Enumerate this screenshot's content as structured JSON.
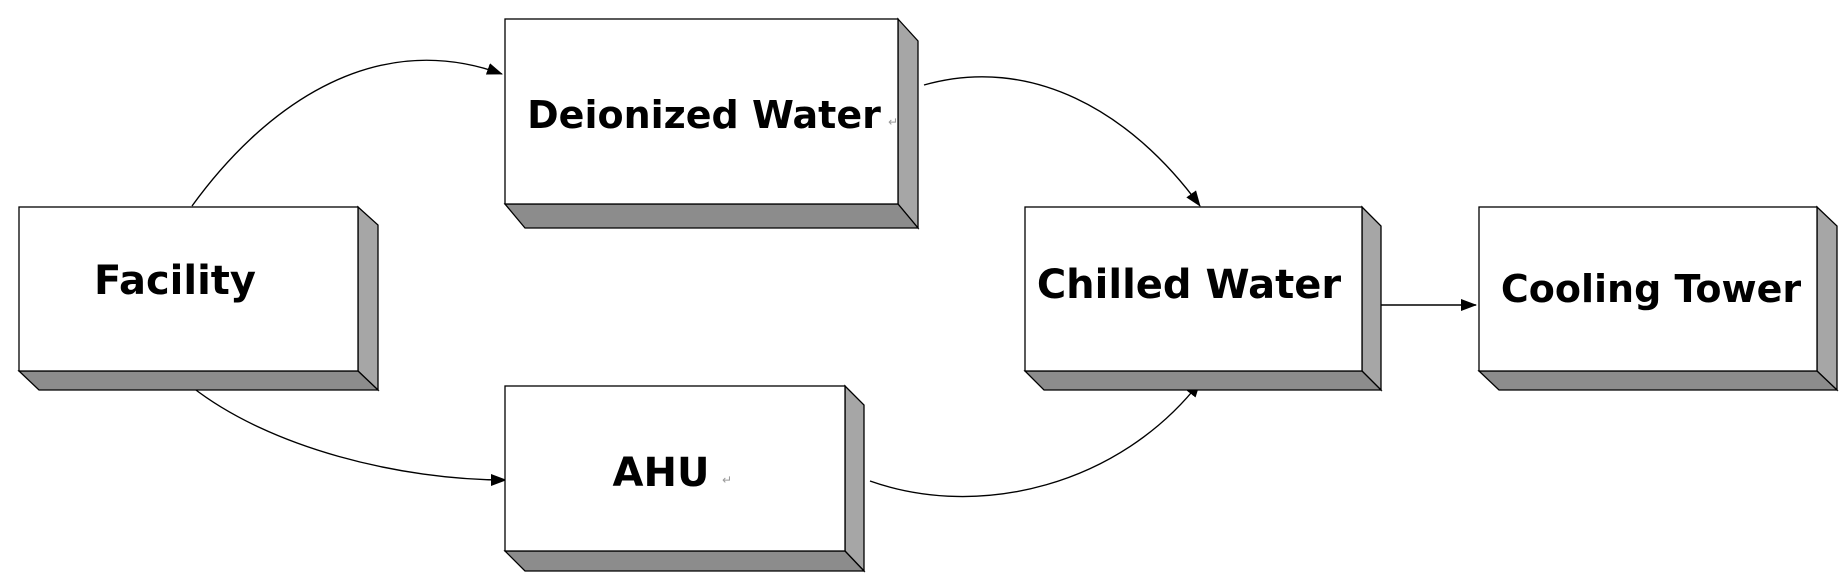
{
  "nodes": [
    {
      "id": "facility",
      "label": "Facility"
    },
    {
      "id": "deionized-water",
      "label": "Deionized Water"
    },
    {
      "id": "ahu",
      "label": "AHU"
    },
    {
      "id": "chilled-water",
      "label": "Chilled Water"
    },
    {
      "id": "cooling-tower",
      "label": "Cooling Tower"
    }
  ],
  "edges": [
    {
      "from": "facility",
      "to": "deionized-water"
    },
    {
      "from": "facility",
      "to": "ahu"
    },
    {
      "from": "deionized-water",
      "to": "chilled-water"
    },
    {
      "from": "ahu",
      "to": "chilled-water"
    },
    {
      "from": "chilled-water",
      "to": "cooling-tower"
    }
  ],
  "colors": {
    "box_face": "#ffffff",
    "box_side": "#a6a6a6",
    "box_bottom": "#8c8c8c",
    "outline": "#000000",
    "formatting_marks": "#9a9a9a"
  }
}
